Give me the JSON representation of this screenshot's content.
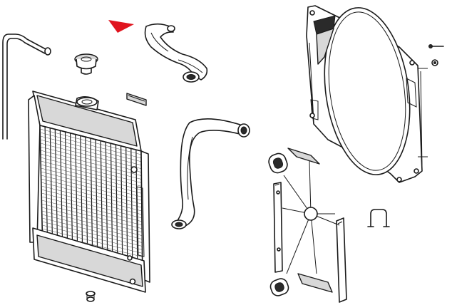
{
  "diagram": {
    "parts": [
      {
        "id": "radiator",
        "icon": "radiator-core"
      },
      {
        "id": "upper-hose",
        "icon": "hose"
      },
      {
        "id": "lower-hose",
        "icon": "hose"
      },
      {
        "id": "radiator-cap",
        "icon": "cap"
      },
      {
        "id": "overflow-tube",
        "icon": "tube"
      },
      {
        "id": "fan-shroud",
        "icon": "shroud"
      },
      {
        "id": "shroud-clip",
        "icon": "clip"
      },
      {
        "id": "mounting-rubber-top",
        "icon": "rubber-mount"
      },
      {
        "id": "mounting-rubber-bottom",
        "icon": "rubber-mount"
      },
      {
        "id": "side-strip-left",
        "icon": "strip"
      },
      {
        "id": "side-strip-right",
        "icon": "strip"
      },
      {
        "id": "screws",
        "icon": "screw"
      },
      {
        "id": "drain-plug",
        "icon": "plug"
      }
    ],
    "highlight": {
      "target": "upper-hose",
      "icon": "red-arrow-icon",
      "color": "#e0141e"
    }
  }
}
